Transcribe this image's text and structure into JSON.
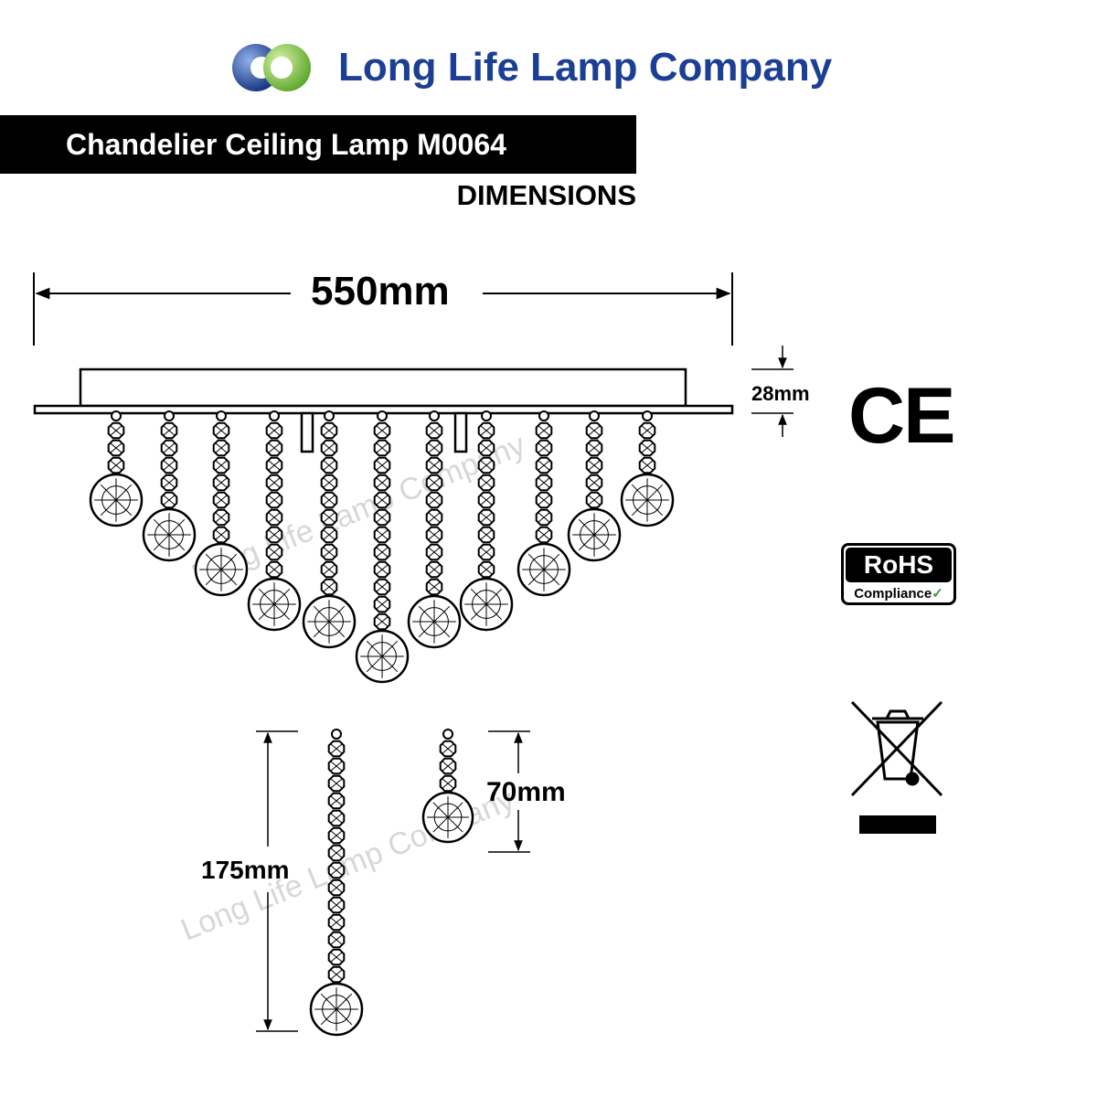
{
  "brand": {
    "name": "Long Life Lamp Company",
    "logo_colors": [
      "#1c3f95",
      "#7ac143"
    ]
  },
  "product": {
    "title": "Chandelier Ceiling Lamp M0064",
    "section": "DIMENSIONS"
  },
  "dimensions": {
    "width": "550mm",
    "canopy_height": "28mm",
    "long_drop": "175mm",
    "short_drop": "70mm"
  },
  "watermark": "Long Life Lamp Company",
  "certifications": {
    "ce": "CE",
    "rohs": {
      "label": "RoHS",
      "sub": "Compliance"
    },
    "weee_icon": "crossed-out-wheelie-bin-icon"
  }
}
